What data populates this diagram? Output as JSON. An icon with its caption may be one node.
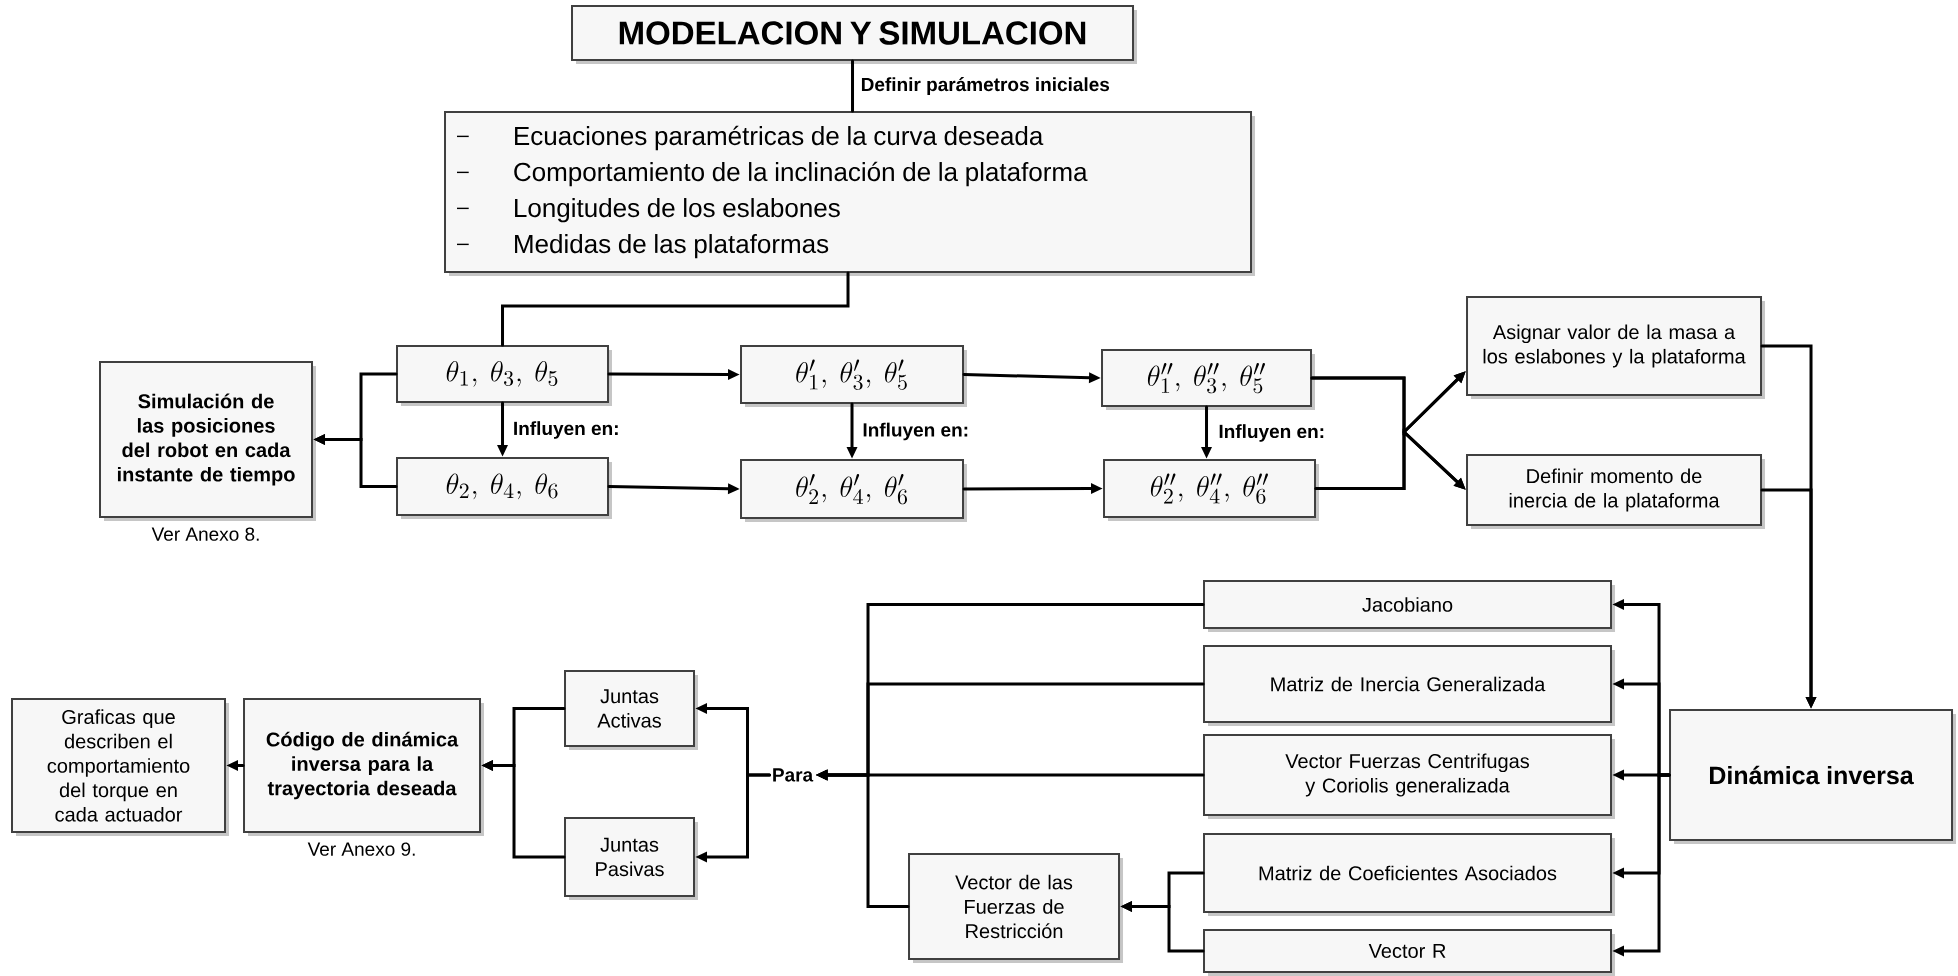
{
  "diagram": {
    "nodes": [
      {
        "text": [
          "MODELACION Y SIMULACION"
        ]
      },
      {
        "text": [
          "Ecuaciones paramétricas de la curva deseada",
          "Comportamiento de la inclinación de la plataforma",
          "Longitudes de los eslabones",
          "Medidas de las plataformas"
        ]
      },
      {
        "text": [
          "\\theta_1,\\ \\theta_3,\\ \\theta_5"
        ]
      },
      {
        "text": [
          "\\theta_2,\\ \\theta_4,\\ \\theta_6"
        ]
      },
      {
        "text": [
          "\\theta'_1,\\ \\theta'_3,\\ \\theta'_5"
        ]
      },
      {
        "text": [
          "\\theta'_2,\\ \\theta'_4,\\ \\theta'_6"
        ]
      },
      {
        "text": [
          "\\theta''_1,\\ \\theta''_3,\\ \\theta''_5"
        ]
      },
      {
        "text": [
          "\\theta''_2,\\ \\theta''_4,\\ \\theta''_6"
        ]
      },
      {
        "text": [
          "Asignar valor de la masa a los eslabones y la plataforma"
        ]
      },
      {
        "text": [
          "Definir momento de inercia de la plataforma"
        ]
      },
      {
        "text": [
          "Simulación de las posiciones del robot en cada instante de tiempo"
        ],
        "beside": [
          "Ver Anexo 8."
        ]
      },
      {
        "text": [
          "Dinámica inversa"
        ]
      },
      {
        "text": [
          "Jacobiano"
        ]
      },
      {
        "text": [
          "Matriz de Inercia Generalizada"
        ]
      },
      {
        "text": [
          "Vector Fuerzas Centrifugas y Coriolis generalizada"
        ]
      },
      {
        "text": [
          "Matriz de Coeficientes Asociados"
        ]
      },
      {
        "text": [
          "Vector R"
        ]
      },
      {
        "text": [
          "Vector de las Fuerzas de Restricción"
        ]
      },
      {
        "text": [
          "Para"
        ]
      },
      {
        "text": [
          "Juntas Activas"
        ]
      },
      {
        "text": [
          "Juntas Pasivas"
        ]
      },
      {
        "text": [
          "Código de dinámica inversa para la trayectoria deseada"
        ],
        "beside": [
          "Ver Anexo 9."
        ]
      },
      {
        "text": [
          "Graficas que describen el comportamiento del torque en cada actuador"
        ]
      }
    ],
    "edges": [
      {
        "from": 0,
        "to": 1,
        "arrow": "none",
        "label": "Definir parámetros iniciales"
      },
      {
        "from": 1,
        "to": 2,
        "arrow": "none"
      },
      {
        "from": 2,
        "to": 4,
        "arrow": "to"
      },
      {
        "from": 3,
        "to": 5,
        "arrow": "to"
      },
      {
        "from": 4,
        "to": 6,
        "arrow": "to"
      },
      {
        "from": 5,
        "to": 7,
        "arrow": "to"
      },
      {
        "from": 2,
        "to": 3,
        "arrow": "to",
        "label": "Influyen en:"
      },
      {
        "from": 4,
        "to": 5,
        "arrow": "to",
        "label": "Influyen en:"
      },
      {
        "from": 6,
        "to": 7,
        "arrow": "to",
        "label": "Influyen en:"
      },
      {
        "from": 2,
        "to": 10,
        "arrow": "to"
      },
      {
        "from": 3,
        "to": 10,
        "arrow": "to"
      },
      {
        "from": 6,
        "to": 8,
        "arrow": "to"
      },
      {
        "from": 6,
        "to": 9,
        "arrow": "to"
      },
      {
        "from": 7,
        "to": 8,
        "arrow": "to"
      },
      {
        "from": 7,
        "to": 9,
        "arrow": "to"
      },
      {
        "from": 8,
        "to": 11,
        "arrow": "to"
      },
      {
        "from": 9,
        "to": 11,
        "arrow": "to"
      },
      {
        "from": 11,
        "to": 12,
        "arrow": "to"
      },
      {
        "from": 11,
        "to": 13,
        "arrow": "to"
      },
      {
        "from": 11,
        "to": 14,
        "arrow": "to"
      },
      {
        "from": 11,
        "to": 15,
        "arrow": "to"
      },
      {
        "from": 11,
        "to": 16,
        "arrow": "to"
      },
      {
        "from": 12,
        "to": 18,
        "arrow": "to"
      },
      {
        "from": 13,
        "to": 18,
        "arrow": "to"
      },
      {
        "from": 14,
        "to": 18,
        "arrow": "to"
      },
      {
        "from": 17,
        "to": 18,
        "arrow": "to"
      },
      {
        "from": 15,
        "to": 17,
        "arrow": "to"
      },
      {
        "from": 16,
        "to": 17,
        "arrow": "to"
      },
      {
        "from": 18,
        "to": 19,
        "arrow": "to"
      },
      {
        "from": 18,
        "to": 20,
        "arrow": "to"
      },
      {
        "from": 19,
        "to": 21,
        "arrow": "to"
      },
      {
        "from": 20,
        "to": 21,
        "arrow": "to"
      },
      {
        "from": 21,
        "to": 22,
        "arrow": "to"
      }
    ]
  }
}
